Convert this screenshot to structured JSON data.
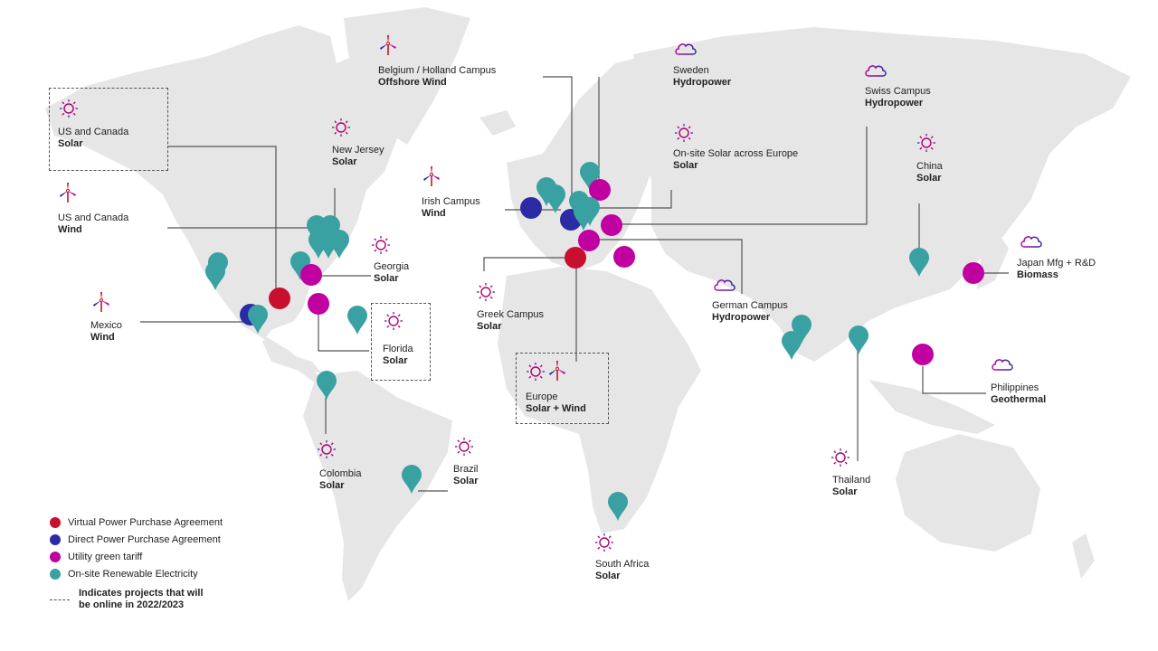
{
  "colors": {
    "vppa": "#C8102E",
    "dppa": "#2B2BA6",
    "utility": "#C000A0",
    "onsite": "#3AA1A3",
    "land": "#E6E6E6",
    "line": "#555555",
    "icon": "#B0006E"
  },
  "labels": [
    {
      "id": "belgium",
      "name": "Belgium / Holland Campus",
      "type": "Offshore Wind",
      "icon": "wind-icon"
    },
    {
      "id": "sweden",
      "name": "Sweden",
      "type": "Hydropower",
      "icon": "cloud-icon"
    },
    {
      "id": "swiss",
      "name": "Swiss Campus",
      "type": "Hydropower",
      "icon": "cloud-icon"
    },
    {
      "id": "us_solar",
      "name": "US and Canada",
      "type": "Solar",
      "icon": "sun-icon"
    },
    {
      "id": "new_jersey",
      "name": "New Jersey",
      "type": "Solar",
      "icon": "sun-icon"
    },
    {
      "id": "europe_onsite",
      "name": "On-site Solar across Europe",
      "type": "Solar",
      "icon": "sun-icon"
    },
    {
      "id": "china",
      "name": "China",
      "type": "Solar",
      "icon": "sun-icon"
    },
    {
      "id": "irish",
      "name": "Irish Campus",
      "type": "Wind",
      "icon": "wind-icon"
    },
    {
      "id": "us_wind",
      "name": "US and Canada",
      "type": "Wind",
      "icon": "wind-icon"
    },
    {
      "id": "georgia",
      "name": "Georgia",
      "type": "Solar",
      "icon": "sun-icon"
    },
    {
      "id": "japan",
      "name": "Japan Mfg + R&D",
      "type": "Biomass",
      "icon": "cloud-icon"
    },
    {
      "id": "greek",
      "name": "Greek Campus",
      "type": "Solar",
      "icon": "sun-icon"
    },
    {
      "id": "german",
      "name": "German Campus",
      "type": "Hydropower",
      "icon": "cloud-icon"
    },
    {
      "id": "mexico",
      "name": "Mexico",
      "type": "Wind",
      "icon": "wind-icon"
    },
    {
      "id": "florida",
      "name": "Florida",
      "type": "Solar",
      "icon": "sun-icon"
    },
    {
      "id": "europe",
      "name": "Europe",
      "type": "Solar + Wind",
      "icon": "sun-wind-icon"
    },
    {
      "id": "philippines",
      "name": "Philippines",
      "type": "Geothermal",
      "icon": "cloud-icon"
    },
    {
      "id": "colombia",
      "name": "Colombia",
      "type": "Solar",
      "icon": "sun-icon"
    },
    {
      "id": "brazil",
      "name": "Brazil",
      "type": "Solar",
      "icon": "sun-icon"
    },
    {
      "id": "thailand",
      "name": "Thailand",
      "type": "Solar",
      "icon": "sun-icon"
    },
    {
      "id": "south_africa",
      "name": "South Africa",
      "type": "Solar",
      "icon": "sun-icon"
    }
  ],
  "legend": {
    "items": [
      {
        "label": "Virtual Power Purchase Agreement",
        "color": "#C8102E"
      },
      {
        "label": "Direct Power Purchase Agreement",
        "color": "#2B2BA6"
      },
      {
        "label": "Utility green tariff",
        "color": "#C000A0"
      },
      {
        "label": "On-site Renewable Electricity",
        "color": "#3AA1A3"
      }
    ],
    "dashed_note_line1": "Indicates projects that will",
    "dashed_note_line2": "be online in 2022/2023"
  }
}
